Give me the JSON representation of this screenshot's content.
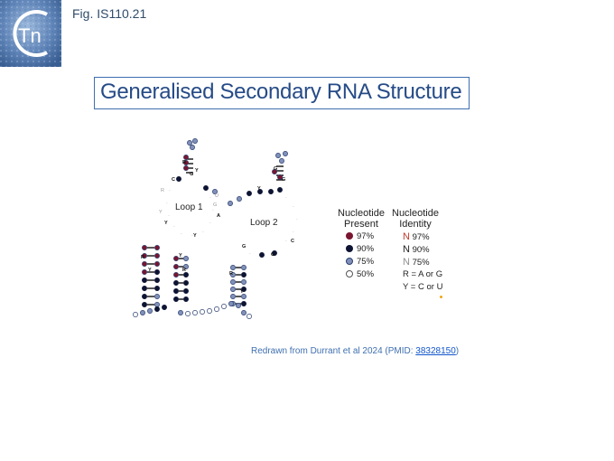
{
  "header": {
    "fig_label": "Fig. IS110.21",
    "title": "Generalised Secondary RNA Structure",
    "logo_text": "Tn"
  },
  "diagram": {
    "loop1_label": "Loop 1",
    "loop2_label": "Loop 2"
  },
  "legend": {
    "col1_head_line1": "Nucleotide",
    "col1_head_line2": "Present",
    "col2_head_line1": "Nucleotide",
    "col2_head_line2": "Identity",
    "rows": [
      {
        "present_label": "97%",
        "identity_letter": "N",
        "identity_label": "97%"
      },
      {
        "present_label": "90%",
        "identity_letter": "N",
        "identity_label": "90%"
      },
      {
        "present_label": "75%",
        "identity_letter": "N",
        "identity_label": "75%"
      },
      {
        "present_label": "50%"
      }
    ],
    "r_note": "R = A or G",
    "y_note": "Y = C or U"
  },
  "citation": {
    "text": "Redrawn from Durrant et al 2024 (PMID: ",
    "link": "38328150",
    "suffix": ")"
  },
  "colors": {
    "p97": "#7a1530",
    "p90": "#0d1433",
    "p75": "#8090b8",
    "p50": "#ffffff",
    "id97": "#c0392b",
    "id90": "#222222",
    "id75": "#909090",
    "title_blue": "#264b87",
    "accent": "#3f6fb0"
  }
}
